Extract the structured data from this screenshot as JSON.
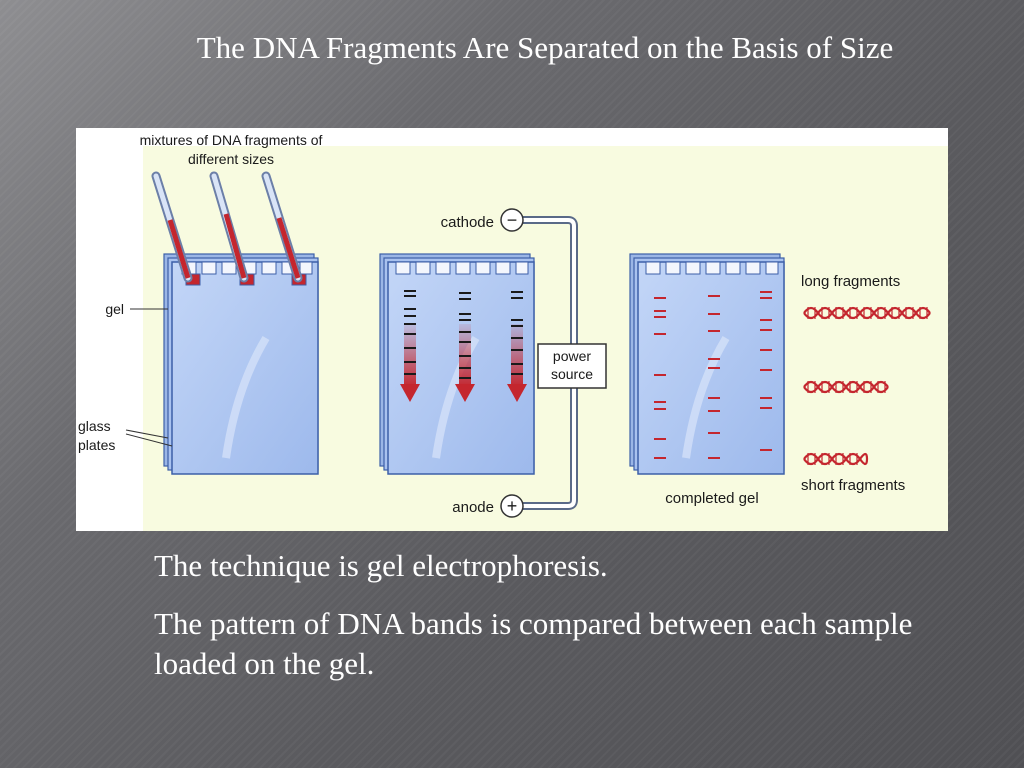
{
  "slide": {
    "title": "The DNA Fragments Are Separated on the Basis of Size",
    "captions": [
      "The technique is gel electrophoresis.",
      "The pattern of DNA bands is compared between each sample loaded on the gel."
    ]
  },
  "figure": {
    "labels": {
      "mixtures_line1": "mixtures of DNA fragments of",
      "mixtures_line2": "different sizes",
      "gel": "gel",
      "glass_line1": "glass",
      "glass_line2": "plates",
      "cathode": "cathode",
      "anode": "anode",
      "power_line1": "power",
      "power_line2": "source",
      "completed_gel": "completed gel",
      "long_fragments": "long fragments",
      "short_fragments": "short fragments"
    },
    "symbols": {
      "cathode_sign": "−",
      "anode_sign": "+"
    },
    "colors": {
      "background": "#f8fbe0",
      "gel": "#aac3f0",
      "gel_border": "#3c5fa8",
      "sample_red": "#c4262e",
      "band_black": "#1a1a1a",
      "dna_helix": "#c4262e"
    }
  }
}
